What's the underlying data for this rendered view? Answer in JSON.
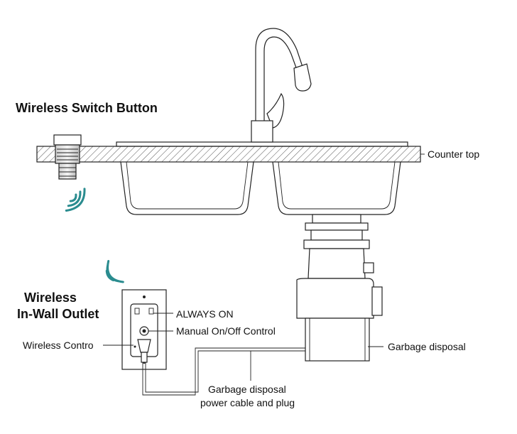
{
  "labels": {
    "switch_title": "Wireless Switch Button",
    "countertop": "Counter top",
    "outlet_title_line1": "Wireless",
    "outlet_title_line2": "In-Wall Outlet",
    "always_on": "ALWAYS ON",
    "manual_control": "Manual On/Off Control",
    "wireless_control": "Wireless Contro",
    "garbage_disposal": "Garbage disposal",
    "cable_line1": "Garbage disposal",
    "cable_line2": "power cable and plug"
  },
  "colors": {
    "signal_waves": "#2a8c8f",
    "line": "#222222",
    "background": "#ffffff"
  }
}
